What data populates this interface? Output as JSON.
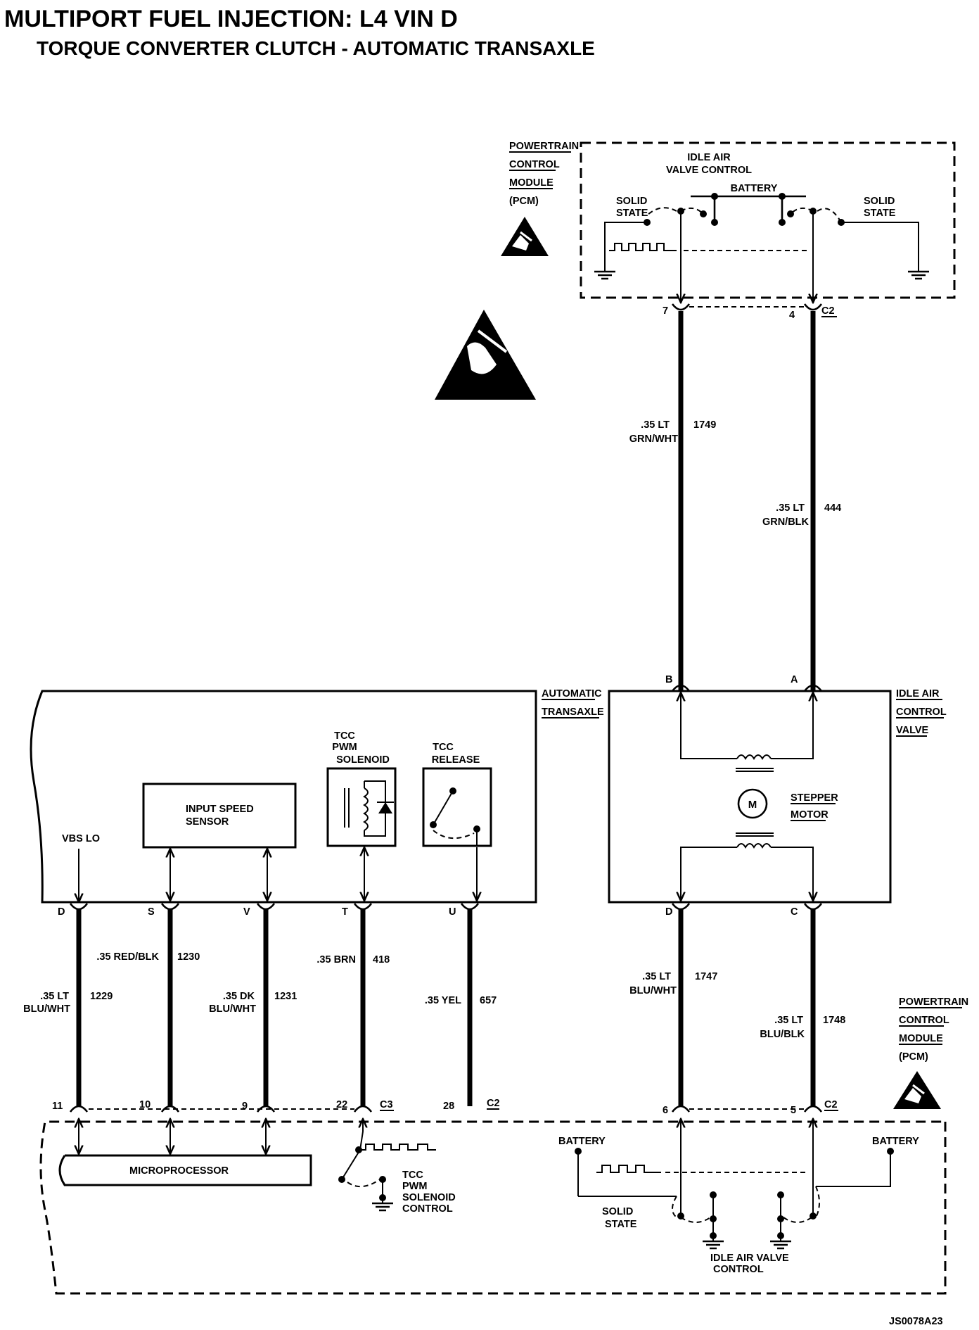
{
  "title": "MULTIPORT FUEL INJECTION: L4 VIN D",
  "subtitle": "TORQUE CONVERTER CLUTCH - AUTOMATIC TRANSAXLE",
  "figure_id": "JS0078A23",
  "pcm_top": {
    "label_lines": [
      "POWERTRAIN",
      "CONTROL",
      "MODULE",
      "(PCM)"
    ],
    "iac_label_lines": [
      "IDLE AIR",
      "VALVE CONTROL"
    ],
    "battery": "BATTERY",
    "solid_state_left": [
      "SOLID",
      "STATE"
    ],
    "solid_state_right": [
      "SOLID",
      "STATE"
    ],
    "pin_left": "7",
    "pin_right": "4",
    "connector": "C2"
  },
  "wires_top": [
    {
      "gauge_color": [
        ".35 LT",
        "GRN/WHT"
      ],
      "circuit": "1749"
    },
    {
      "gauge_color": [
        ".35 LT",
        "GRN/BLK"
      ],
      "circuit": "444"
    }
  ],
  "transaxle": {
    "label_lines": [
      "AUTOMATIC",
      "TRANSAXLE"
    ],
    "vbs": "VBS LO",
    "input_speed_sensor": [
      "INPUT SPEED",
      "SENSOR"
    ],
    "tcc_pwm_solenoid": [
      "TCC",
      "PWM",
      "SOLENOID"
    ],
    "tcc_release": [
      "TCC",
      "RELEASE"
    ],
    "pins": [
      "D",
      "S",
      "V",
      "T",
      "U"
    ]
  },
  "iacv": {
    "label_lines": [
      "IDLE AIR",
      "CONTROL",
      "VALVE"
    ],
    "pin_b": "B",
    "pin_a": "A",
    "pin_d": "D",
    "pin_c": "C",
    "motor_symbol": "M",
    "stepper": [
      "STEPPER",
      "MOTOR"
    ]
  },
  "wires_bottom": [
    {
      "gauge_color": [
        ".35 LT",
        "BLU/WHT"
      ],
      "circuit": "1229"
    },
    {
      "gauge_color": [
        ".35 RED/BLK"
      ],
      "circuit": "1230"
    },
    {
      "gauge_color": [
        ".35 DK",
        "BLU/WHT"
      ],
      "circuit": "1231"
    },
    {
      "gauge_color": [
        ".35 BRN"
      ],
      "circuit": "418"
    },
    {
      "gauge_color": [
        ".35 YEL"
      ],
      "circuit": "657"
    },
    {
      "gauge_color": [
        ".35 LT",
        "BLU/WHT"
      ],
      "circuit": "1747"
    },
    {
      "gauge_color": [
        ".35 LT",
        "BLU/BLK"
      ],
      "circuit": "1748"
    }
  ],
  "pcm_bottom": {
    "label_lines": [
      "POWERTRAIN",
      "CONTROL",
      "MODULE",
      "(PCM)"
    ],
    "pins": [
      "11",
      "10",
      "9",
      "22",
      "28",
      "6",
      "5"
    ],
    "connector_c3": "C3",
    "connector_c2a": "C2",
    "connector_c2b": "C2",
    "microprocessor": "MICROPROCESSOR",
    "tcc_control": [
      "TCC",
      "PWM",
      "SOLENOID",
      "CONTROL"
    ],
    "battery_left": "BATTERY",
    "battery_right": "BATTERY",
    "solid_state": [
      "SOLID",
      "STATE"
    ],
    "iac_label_lines": [
      "IDLE AIR VALVE",
      "CONTROL"
    ]
  }
}
